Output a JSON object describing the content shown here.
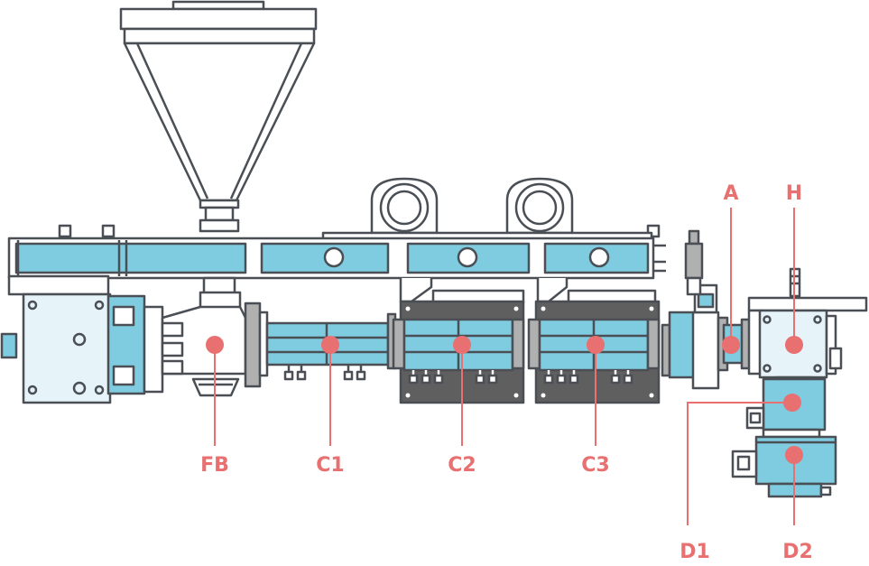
{
  "colors": {
    "outline": "#4a4f55",
    "blue": "#7fcbe0",
    "light": "#e6f3f8",
    "gray": "#9a9a9a",
    "dark": "#5f5f5f",
    "accent": "#e87070",
    "white": "#ffffff"
  },
  "labels": {
    "fb": "FB",
    "c1": "C1",
    "c2": "C2",
    "c3": "C3",
    "a": "A",
    "h": "H",
    "d1": "D1",
    "d2": "D2"
  }
}
